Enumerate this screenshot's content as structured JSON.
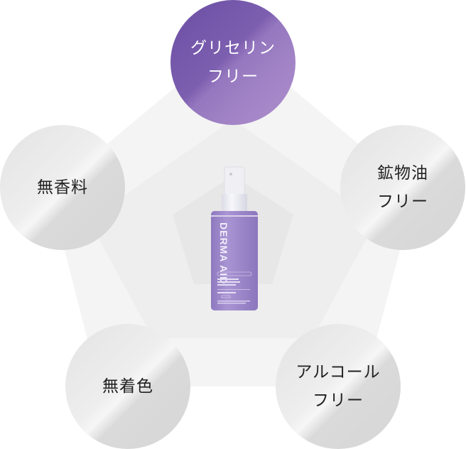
{
  "diagram": {
    "center_product": {
      "brand": "DERMA AID",
      "type": "spray-bottle"
    },
    "features": [
      {
        "id": "glycerin-free",
        "lines": [
          "グリセリン",
          "フリー"
        ],
        "highlight": true
      },
      {
        "id": "mineral-oil-free",
        "lines": [
          "鉱物油",
          "フリー"
        ],
        "highlight": false
      },
      {
        "id": "alcohol-free",
        "lines": [
          "アルコール",
          "フリー"
        ],
        "highlight": false
      },
      {
        "id": "colorant-free",
        "lines": [
          "無着色"
        ],
        "highlight": false
      },
      {
        "id": "fragrance-free",
        "lines": [
          "無香料"
        ],
        "highlight": false
      }
    ],
    "colors": {
      "highlight": "#7d5fb0",
      "neutral": "#e0e0e0",
      "pentagon_outer": "#f4f4f4",
      "pentagon_middle": "#eeeeee",
      "pentagon_inner": "#e7e7e7",
      "bottle": "#9c88c8"
    }
  }
}
